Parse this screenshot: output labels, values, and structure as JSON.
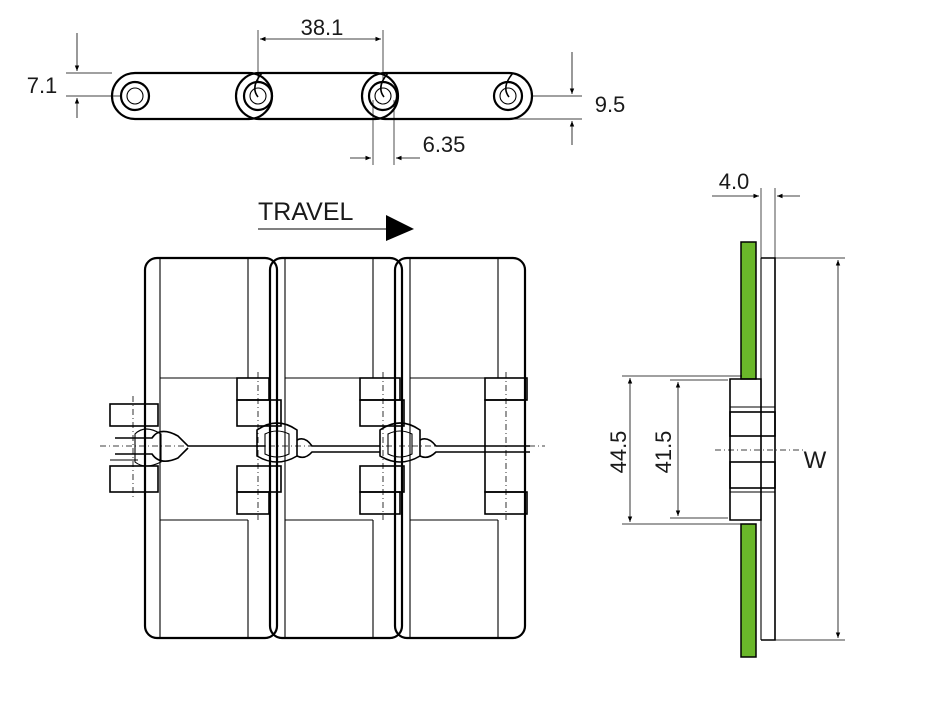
{
  "labels": {
    "pitch": "38.1",
    "height_left": "7.1",
    "height_right": "9.5",
    "pin_dim": "6.35",
    "travel": "TRAVEL",
    "side_thickness": "4.0",
    "outer_width": "44.5",
    "inner_width": "41.5",
    "width_symbol": "W"
  },
  "colors": {
    "line": "#000000",
    "plate_green": "#6ab72a",
    "background": "#ffffff"
  },
  "icons": {
    "travel_arrow": "arrow-right-icon"
  }
}
